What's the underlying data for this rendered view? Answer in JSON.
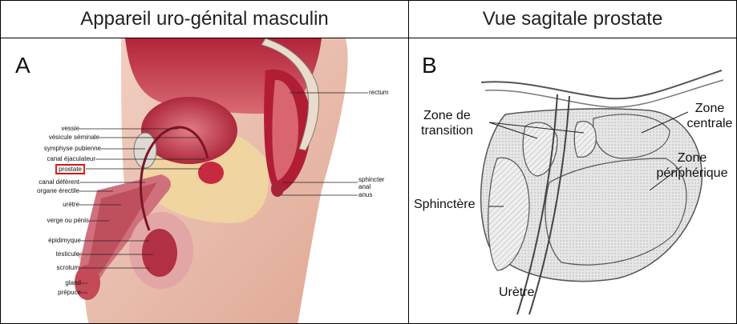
{
  "headers": {
    "left": "Appareil uro-génital masculin",
    "right": "Vue sagitale prostate"
  },
  "panel_a": {
    "letter": "A",
    "labels_left": [
      "vessie",
      "vésicule séminale",
      "symphyse pubienne",
      "canal éjaculateur",
      "prostate",
      "canal déférent",
      "organe érectile",
      "urètre",
      "verge ou pénis",
      "épidimyque",
      "testicule",
      "scrotum",
      "gland",
      "prépuce"
    ],
    "labels_right": [
      "rectum",
      "sphincter",
      "anal",
      "anus"
    ],
    "highlighted_label": "prostate",
    "highlight_color": "#d11a1a"
  },
  "panel_b": {
    "letter": "B",
    "labels": {
      "zone_transition": [
        "Zone de",
        "transition"
      ],
      "zone_centrale": [
        "Zone",
        "centrale"
      ],
      "zone_peripherique": [
        "Zone",
        "périphérique"
      ],
      "sphinctere": "Sphinctère",
      "uretre": "Urètre"
    }
  }
}
